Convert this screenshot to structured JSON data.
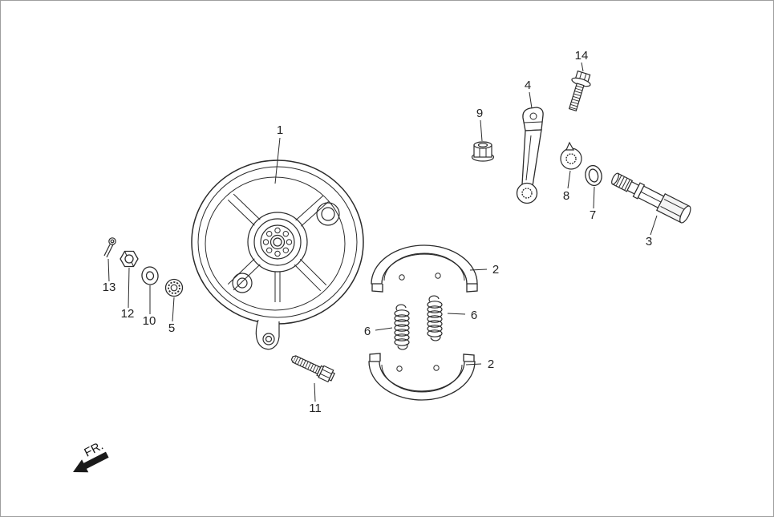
{
  "diagram": {
    "callouts": {
      "c1": "1",
      "c2_upper": "2",
      "c2_lower": "2",
      "c3": "3",
      "c4": "4",
      "c5": "5",
      "c6_left": "6",
      "c6_right": "6",
      "c7": "7",
      "c8": "8",
      "c9": "9",
      "c10": "10",
      "c11": "11",
      "c12": "12",
      "c13": "13",
      "c14": "14"
    },
    "direction_marker": "FR.",
    "colors": {
      "line": "#2b2b2b",
      "background": "#ffffff",
      "border": "#9e9e9e",
      "arrow": "#1a1a1a"
    }
  }
}
